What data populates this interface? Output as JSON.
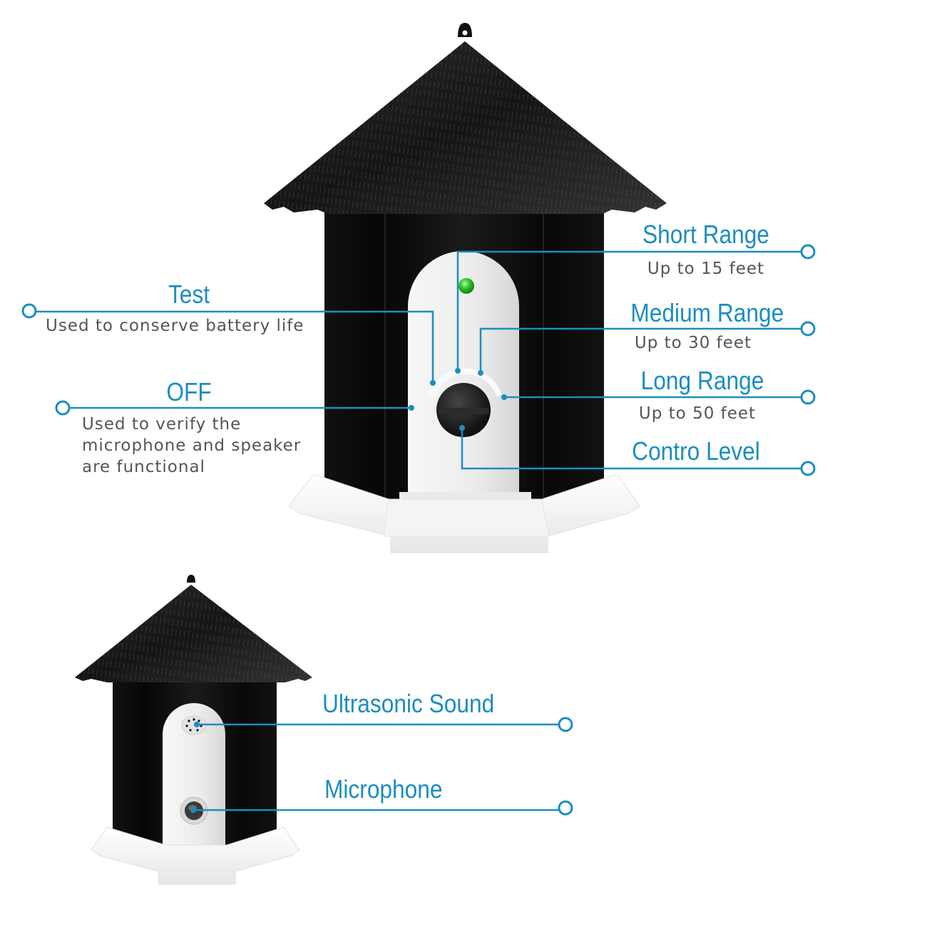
{
  "colors": {
    "accent": "#1d8dc0",
    "subtext": "#555555",
    "device_body": "#0d0d0d",
    "device_roof": "#1a1a1a",
    "device_panel": "#eeeeee",
    "led": "#2ec72e",
    "background": "#ffffff"
  },
  "main_device": {
    "callouts": [
      {
        "id": "short-range",
        "title": "Short Range",
        "subtitle": "Up to 15 feet"
      },
      {
        "id": "medium-range",
        "title": "Medium Range",
        "subtitle": "Up to 30 feet"
      },
      {
        "id": "long-range",
        "title": "Long Range",
        "subtitle": "Up to 50 feet"
      },
      {
        "id": "control-level",
        "title": "Contro Level",
        "subtitle": ""
      },
      {
        "id": "test",
        "title": "Test",
        "subtitle": "Used to conserve battery life"
      },
      {
        "id": "off",
        "title": "OFF",
        "subtitle": "Used to verify the microphone and speaker are functional"
      }
    ]
  },
  "secondary_device": {
    "callouts": [
      {
        "id": "ultrasonic-sound",
        "title": "Ultrasonic Sound"
      },
      {
        "id": "microphone",
        "title": "Microphone"
      }
    ]
  },
  "icons": [
    "led-indicator-icon",
    "control-knob-icon",
    "speaker-grille-icon",
    "microphone-icon",
    "hanging-loop-icon",
    "callout-endpoint-icon"
  ]
}
